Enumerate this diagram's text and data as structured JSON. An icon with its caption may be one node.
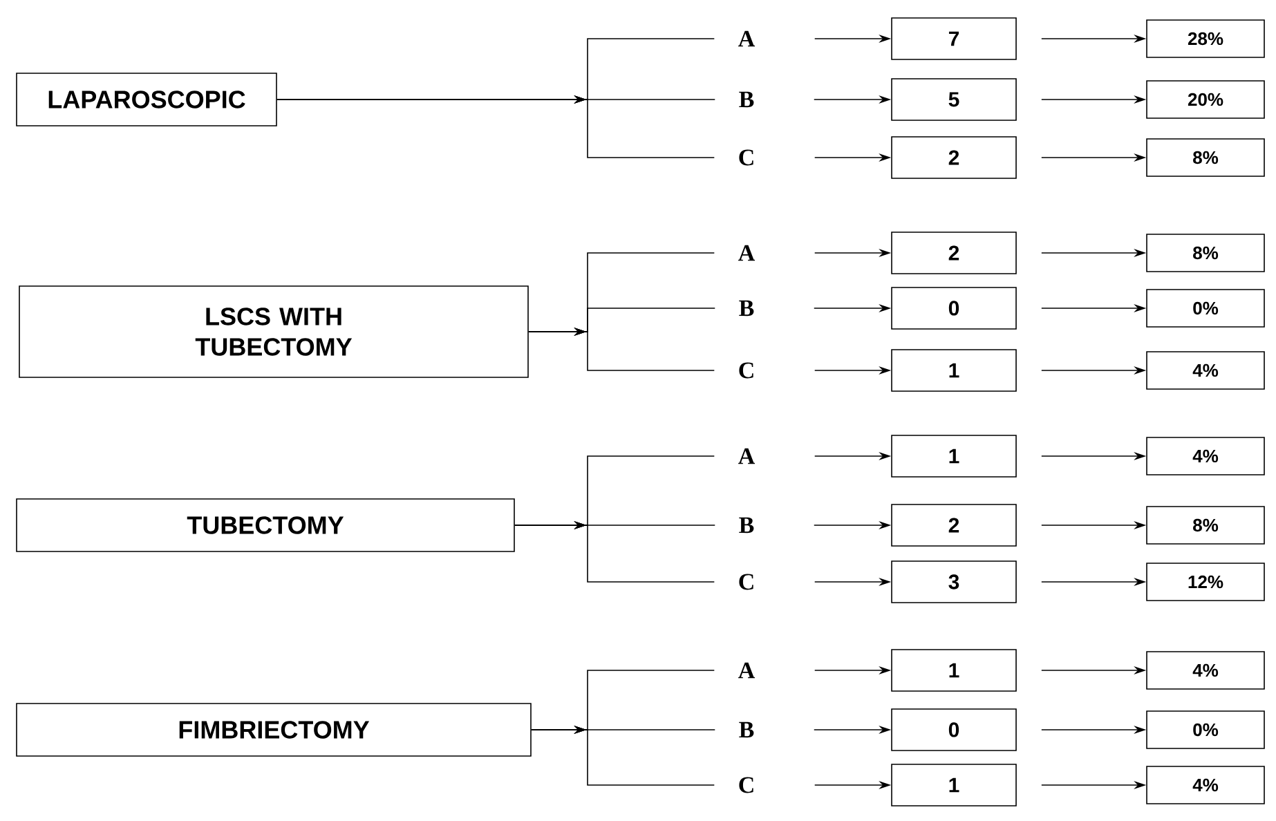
{
  "diagram": {
    "nodes": [
      {
        "text": [
          "LAPAROSCOPIC"
        ]
      },
      {
        "text": [
          "A"
        ]
      },
      {
        "text": [
          "7"
        ]
      },
      {
        "text": [
          "28%"
        ]
      },
      {
        "text": [
          "B"
        ]
      },
      {
        "text": [
          "5"
        ]
      },
      {
        "text": [
          "20%"
        ]
      },
      {
        "text": [
          "C"
        ]
      },
      {
        "text": [
          "2"
        ]
      },
      {
        "text": [
          "8%"
        ]
      },
      {
        "text": [
          "LSCS WITH TUBECTOMY"
        ]
      },
      {
        "text": [
          "A"
        ]
      },
      {
        "text": [
          "2"
        ]
      },
      {
        "text": [
          "8%"
        ]
      },
      {
        "text": [
          "B"
        ]
      },
      {
        "text": [
          "0"
        ]
      },
      {
        "text": [
          "0%"
        ]
      },
      {
        "text": [
          "C"
        ]
      },
      {
        "text": [
          "1"
        ]
      },
      {
        "text": [
          "4%"
        ]
      },
      {
        "text": [
          "TUBECTOMY"
        ]
      },
      {
        "text": [
          "A"
        ]
      },
      {
        "text": [
          "1"
        ]
      },
      {
        "text": [
          "4%"
        ]
      },
      {
        "text": [
          "B"
        ]
      },
      {
        "text": [
          "2"
        ]
      },
      {
        "text": [
          "8%"
        ]
      },
      {
        "text": [
          "C"
        ]
      },
      {
        "text": [
          "3"
        ]
      },
      {
        "text": [
          "12%"
        ]
      },
      {
        "text": [
          "FIMBRIECTOMY"
        ]
      },
      {
        "text": [
          "A"
        ]
      },
      {
        "text": [
          "1"
        ]
      },
      {
        "text": [
          "4%"
        ]
      },
      {
        "text": [
          "B"
        ]
      },
      {
        "text": [
          "0"
        ]
      },
      {
        "text": [
          "0%"
        ]
      },
      {
        "text": [
          "C"
        ]
      },
      {
        "text": [
          "1"
        ]
      },
      {
        "text": [
          "4%"
        ]
      }
    ],
    "edges": [
      {
        "from": 0,
        "to": 1,
        "arrow": "to"
      },
      {
        "from": 0,
        "to": 4,
        "arrow": "to"
      },
      {
        "from": 0,
        "to": 7,
        "arrow": "to"
      },
      {
        "from": 1,
        "to": 2,
        "arrow": "to"
      },
      {
        "from": 2,
        "to": 3,
        "arrow": "to"
      },
      {
        "from": 4,
        "to": 5,
        "arrow": "to"
      },
      {
        "from": 5,
        "to": 6,
        "arrow": "to"
      },
      {
        "from": 7,
        "to": 8,
        "arrow": "to"
      },
      {
        "from": 8,
        "to": 9,
        "arrow": "to"
      },
      {
        "from": 10,
        "to": 11,
        "arrow": "to"
      },
      {
        "from": 10,
        "to": 14,
        "arrow": "to"
      },
      {
        "from": 10,
        "to": 17,
        "arrow": "to"
      },
      {
        "from": 11,
        "to": 12,
        "arrow": "to"
      },
      {
        "from": 12,
        "to": 13,
        "arrow": "to"
      },
      {
        "from": 14,
        "to": 15,
        "arrow": "to"
      },
      {
        "from": 15,
        "to": 16,
        "arrow": "to"
      },
      {
        "from": 17,
        "to": 18,
        "arrow": "to"
      },
      {
        "from": 18,
        "to": 19,
        "arrow": "to"
      },
      {
        "from": 20,
        "to": 21,
        "arrow": "to"
      },
      {
        "from": 20,
        "to": 24,
        "arrow": "to"
      },
      {
        "from": 20,
        "to": 27,
        "arrow": "to"
      },
      {
        "from": 21,
        "to": 22,
        "arrow": "to"
      },
      {
        "from": 22,
        "to": 23,
        "arrow": "to"
      },
      {
        "from": 24,
        "to": 25,
        "arrow": "to"
      },
      {
        "from": 25,
        "to": 26,
        "arrow": "to"
      },
      {
        "from": 27,
        "to": 28,
        "arrow": "to"
      },
      {
        "from": 28,
        "to": 29,
        "arrow": "to"
      },
      {
        "from": 30,
        "to": 31,
        "arrow": "to"
      },
      {
        "from": 30,
        "to": 34,
        "arrow": "to"
      },
      {
        "from": 30,
        "to": 37,
        "arrow": "to"
      },
      {
        "from": 31,
        "to": 32,
        "arrow": "to"
      },
      {
        "from": 32,
        "to": 33,
        "arrow": "to"
      },
      {
        "from": 34,
        "to": 35,
        "arrow": "to"
      },
      {
        "from": 35,
        "to": 36,
        "arrow": "to"
      },
      {
        "from": 37,
        "to": 38,
        "arrow": "to"
      },
      {
        "from": 38,
        "to": 39,
        "arrow": "to"
      }
    ]
  }
}
